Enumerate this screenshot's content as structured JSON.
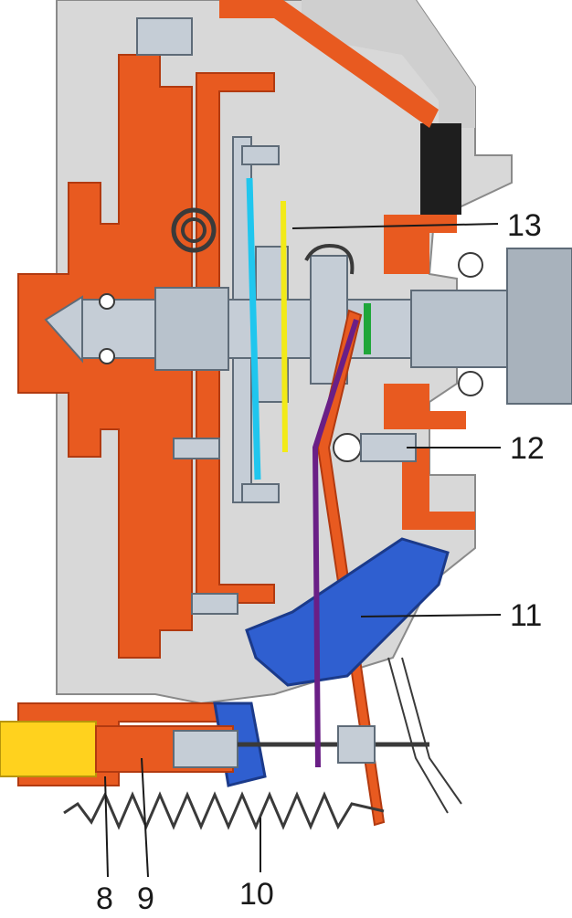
{
  "labels": {
    "l13": "13",
    "l12": "12",
    "l11": "11",
    "l8": "8",
    "l9": "9",
    "l10": "10"
  },
  "colors": {
    "housing": "#d8d8d8",
    "housing_edge": "#8a8a8a",
    "orange": "#e85a20",
    "orange_dark": "#b23a10",
    "steel": "#c5cdd6",
    "steel_dark": "#5e6b78",
    "blue_boot": "#2f5fd0",
    "blue_dark": "#1b3a8a",
    "yellow_part": "#ffd21e",
    "cyan_line": "#20c6ee",
    "yellow_line": "#f2ea18",
    "green_line": "#1fa63a",
    "purple_line": "#6a1f86",
    "spring": "#3a3a3a",
    "text": "#1a1a1a"
  }
}
